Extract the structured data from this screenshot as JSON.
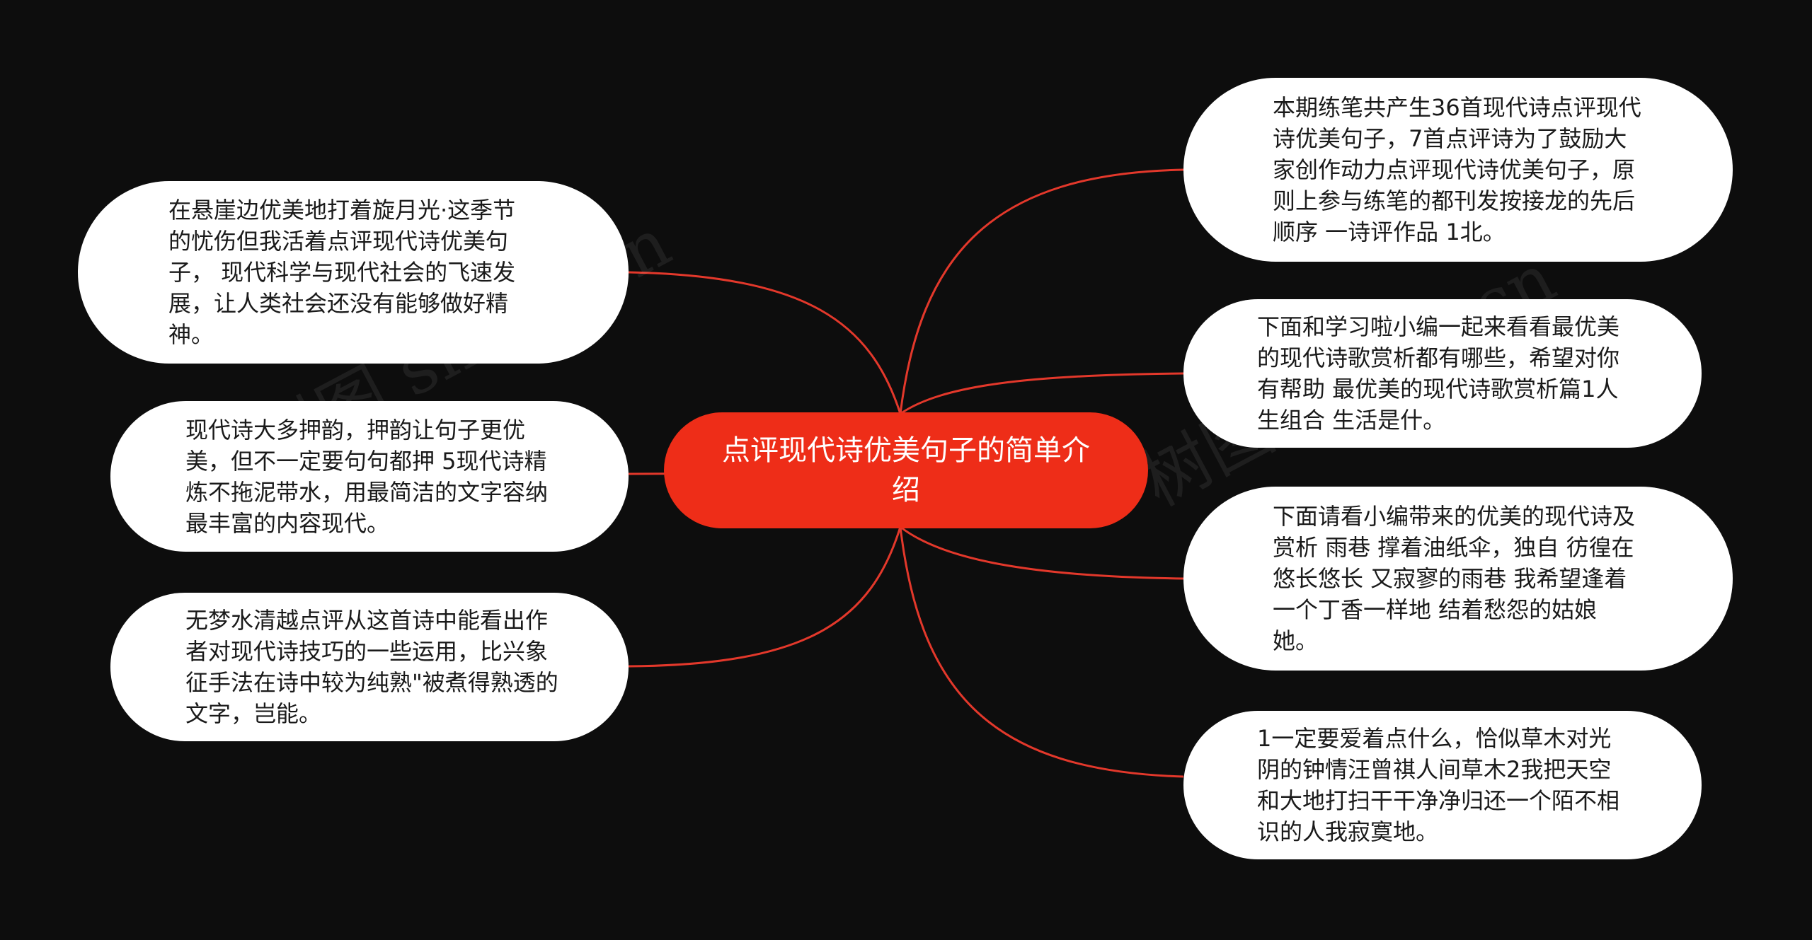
{
  "center_topic": "点评现代诗优美句子的简单介绍",
  "left_nodes": [
    "在悬崖边优美地打着旋月光·这季节的忧伤但我活着点评现代诗优美句子， 现代科学与现代社会的飞速发展，让人类社会还没有能够做好精神。",
    "现代诗大多押韵，押韵让句子更优美，但不一定要句句都押 5现代诗精炼不拖泥带水，用最简洁的文字容纳最丰富的内容现代。",
    "无梦水清越点评从这首诗中能看出作者对现代诗技巧的一些运用，比兴象征手法在诗中较为纯熟\"被煮得熟透的文字，岂能。"
  ],
  "right_nodes": [
    "本期练笔共产生36首现代诗点评现代诗优美句子，7首点评诗为了鼓励大家创作动力点评现代诗优美句子，原则上参与练笔的都刊发按接龙的先后顺序 一诗评作品 1北。",
    "下面和学习啦小编一起来看看最优美的现代诗歌赏析都有哪些，希望对你有帮助 最优美的现代诗歌赏析篇1人生组合 生活是什。",
    "下面请看小编带来的优美的现代诗及赏析 雨巷 撑着油纸伞，独自 彷徨在悠长悠长 又寂寥的雨巷 我希望逢着 一个丁香一样地 结着愁怨的姑娘 她。",
    "1一定要爱着点什么，恰似草木对光阴的钟情汪曾祺人间草木2我把天空和大地打扫干干净净归还一个陌不相识的人我寂寞地。"
  ],
  "watermarks": [
    "树图 shutu.cn",
    "树图 shutu.cn"
  ],
  "colors": {
    "background": "#0d0d0d",
    "center_fill": "#ee2d18",
    "link": "#e3382b",
    "node_fill": "#ffffff"
  }
}
